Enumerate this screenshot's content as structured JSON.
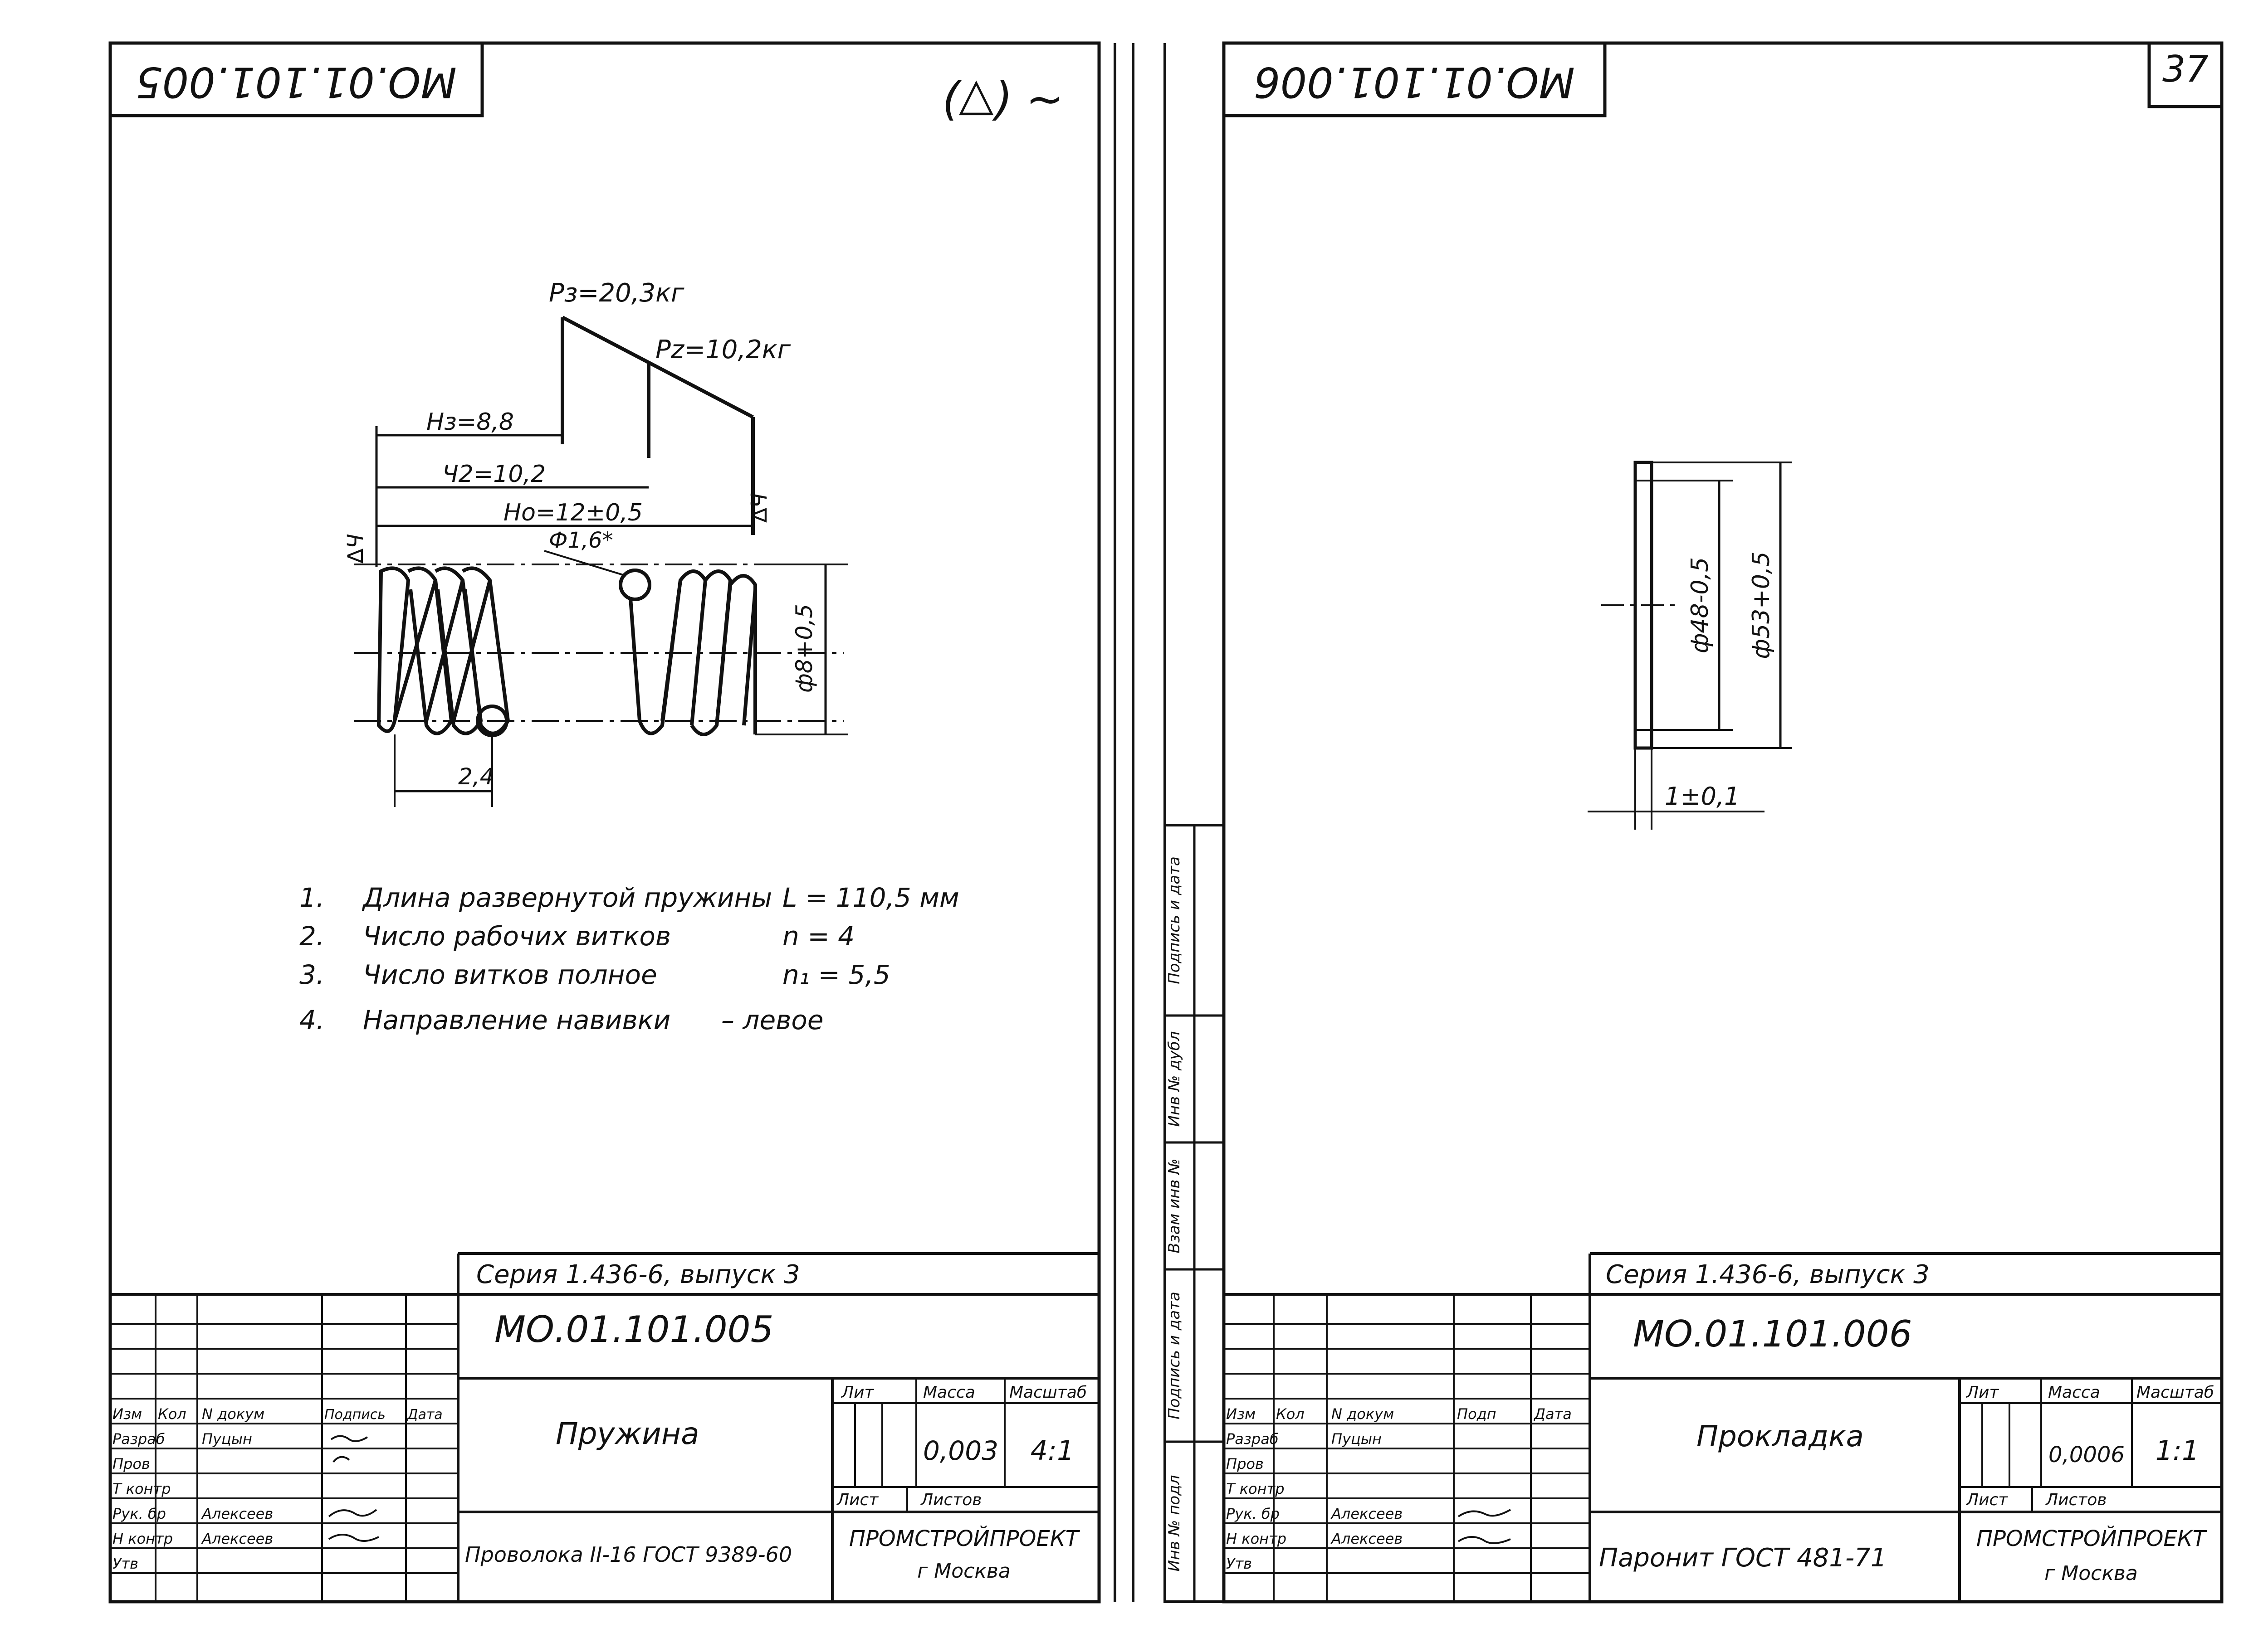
{
  "page": {
    "number": "37"
  },
  "left_sheet": {
    "corner_code": "МО.01.101.005",
    "roughness_mark": "∼ (▽)",
    "drawing": {
      "p3": "Pз=20,3кг",
      "p2": "Pz=10,2кг",
      "h3": "Hз=8,8",
      "h2": "Ч2=10,2",
      "h0": "Ho=12±0,5",
      "wire_dia": "Ф1,6*",
      "outer_dia": "ф8+0,5",
      "pitch": "2,4",
      "end_mark_left": "∆Ч",
      "end_mark_right": "∆Ч"
    },
    "notes": [
      {
        "num": "1.",
        "text": "Длина развернутой пружины",
        "value": "L = 110,5 мм"
      },
      {
        "num": "2.",
        "text": "Число рабочих витков",
        "value": "n = 4"
      },
      {
        "num": "3.",
        "text": "Число витков полное",
        "value": "n₁ = 5,5"
      },
      {
        "num": "4.",
        "text": "Направление навивки",
        "value": "–  левое"
      }
    ],
    "title_block": {
      "series": "Серия 1.436-6, выпуск 3",
      "code": "МО.01.101.005",
      "name": "Пружина",
      "material": "Проволока II-16 ГОСТ 9389-60",
      "org": "ПРОМСТРОЙПРОЕКТ",
      "city": "г Москва",
      "headers": {
        "lit": "Лит",
        "mass": "Масса",
        "scale": "Масштаб",
        "sheet": "Лист",
        "sheets": "Листов"
      },
      "mass": "0,003",
      "scale": "4:1",
      "col_heads": [
        "Изм",
        "Кол",
        "N докум",
        "Подпись",
        "Дата"
      ],
      "roles": [
        {
          "role": "Разраб",
          "name": "Пуцын"
        },
        {
          "role": "Пров",
          "name": ""
        },
        {
          "role": "Т контр",
          "name": ""
        },
        {
          "role": "Рук. бр",
          "name": "Алексеев"
        },
        {
          "role": "Н контр",
          "name": "Алексеев"
        },
        {
          "role": "Утв",
          "name": ""
        }
      ]
    }
  },
  "side_strip": [
    "Инв № подл",
    "Подпись и дата",
    "Взам инв №",
    "Инв № дубл",
    "Подпись и дата"
  ],
  "right_sheet": {
    "corner_code": "МО.01.101.006",
    "drawing": {
      "inner_dia": "ф48-0,5",
      "outer_dia": "ф53+0,5",
      "thickness": "1±0,1"
    },
    "title_block": {
      "series": "Серия 1.436-6, выпуск 3",
      "code": "МО.01.101.006",
      "name": "Прокладка",
      "material": "Паронит ГОСТ 481-71",
      "org": "ПРОМСТРОЙПРОЕКТ",
      "city": "г Москва",
      "headers": {
        "lit": "Лит",
        "mass": "Масса",
        "scale": "Масштаб",
        "sheet": "Лист",
        "sheets": "Листов"
      },
      "mass": "0,0006",
      "scale": "1:1",
      "col_heads": [
        "Изм",
        "Кол",
        "N докум",
        "Подп",
        "Дата"
      ],
      "roles": [
        {
          "role": "Разраб",
          "name": "Пуцын"
        },
        {
          "role": "Пров",
          "name": ""
        },
        {
          "role": "Т контр",
          "name": ""
        },
        {
          "role": "Рук. бр",
          "name": "Алексеев"
        },
        {
          "role": "Н контр",
          "name": "Алексеев"
        },
        {
          "role": "Утв",
          "name": ""
        }
      ]
    }
  }
}
